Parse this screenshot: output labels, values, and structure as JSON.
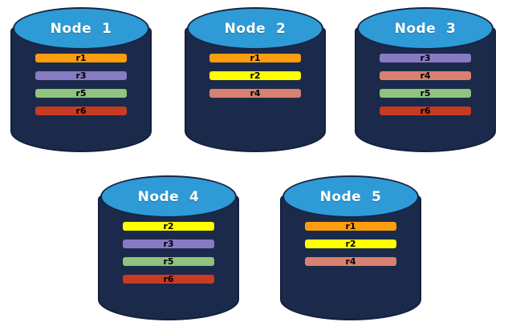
{
  "diagram": {
    "description_colors": {
      "background": "#FFFFFF",
      "cylinder_body": "#1B2A4A",
      "cylinder_body_outline": "#11203E",
      "cylinder_top": "#2E9BD6",
      "cylinder_top_outline": "#152647",
      "title_text": "#FFFFFF",
      "bar_text": "#000000",
      "bar_outline": "#1B2A4A"
    }
  },
  "replica_colors": {
    "r1": "#FC9D0D",
    "r2": "#FFFF00",
    "r3": "#877BC4",
    "r4": "#D98170",
    "r5": "#8FC37E",
    "r6": "#C63B22"
  },
  "nodes": [
    {
      "label": "Node  1",
      "replicas": [
        "r1",
        "r3",
        "r5",
        "r6"
      ]
    },
    {
      "label": "Node  2",
      "replicas": [
        "r1",
        "r2",
        "r4"
      ]
    },
    {
      "label": "Node  3",
      "replicas": [
        "r3",
        "r4",
        "r5",
        "r6"
      ]
    },
    {
      "label": "Node  4",
      "replicas": [
        "r2",
        "r3",
        "r5",
        "r6"
      ]
    },
    {
      "label": "Node  5",
      "replicas": [
        "r1",
        "r2",
        "r4"
      ]
    }
  ]
}
